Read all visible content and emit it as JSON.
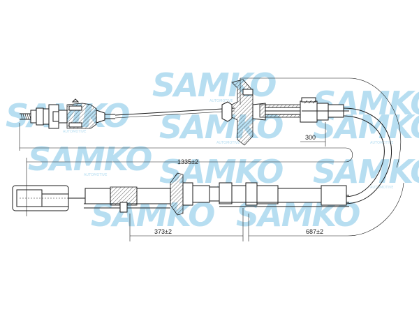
{
  "watermark": {
    "brand": "SAMKO",
    "tagline": "AUTOMOTIVE",
    "color": "#5fb6e0"
  },
  "dimensions": {
    "overall_length": "1335±2",
    "end_offset": "300",
    "sleeve_distance": "373±2",
    "outer_segment": "687±2"
  },
  "colors": {
    "line": "#1a1a1a",
    "background": "#ffffff"
  }
}
